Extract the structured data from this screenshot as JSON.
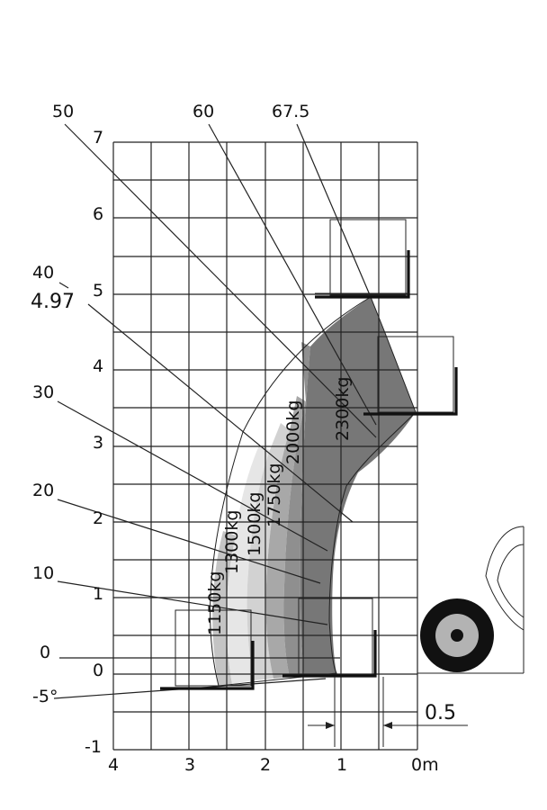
{
  "colors": {
    "zone_1150": "#c4c4c4",
    "zone_1300": "#e6e6e6",
    "zone_1500": "#d2d2d2",
    "zone_1750": "#a8a8a8",
    "zone_2000": "#8f8f8f",
    "zone_2300": "#777777",
    "grid": "#222222",
    "wheel_tire": "#111111",
    "wheel_hub": "#b3b3b3"
  },
  "axes": {
    "x_unit": "m",
    "x_ticks": [
      "4",
      "3",
      "2",
      "1",
      "0m"
    ],
    "y_ticks": [
      "7",
      "6",
      "5",
      "4",
      "3",
      "2",
      "1",
      "0",
      "-1"
    ]
  },
  "angles": {
    "a50": "50",
    "a60": "60",
    "a675": "67.5",
    "a40": "40",
    "a30": "30",
    "a20": "20",
    "a10": "10",
    "a0": "0",
    "aneg5": "-5°"
  },
  "max_height": "4.97",
  "dimension": "0.5",
  "load_zones": [
    {
      "label": "1150kg",
      "kg": 1150,
      "color_key": "zone_1150"
    },
    {
      "label": "1300kg",
      "kg": 1300,
      "color_key": "zone_1300"
    },
    {
      "label": "1500kg",
      "kg": 1500,
      "color_key": "zone_1500"
    },
    {
      "label": "1750kg",
      "kg": 1750,
      "color_key": "zone_1750"
    },
    {
      "label": "2000kg",
      "kg": 2000,
      "color_key": "zone_2000"
    },
    {
      "label": "2300kg",
      "kg": 2300,
      "color_key": "zone_2300"
    }
  ]
}
